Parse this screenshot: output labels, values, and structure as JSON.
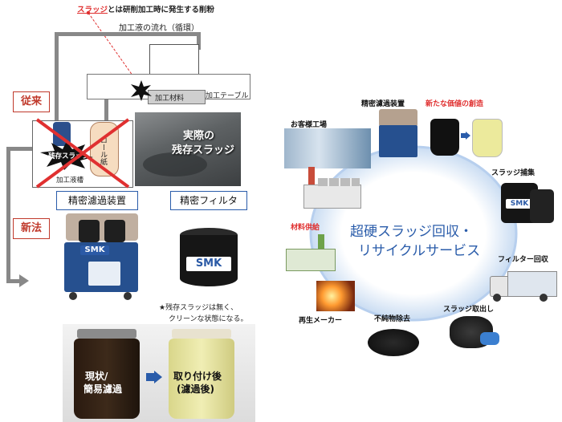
{
  "left": {
    "top_note_prefix": "スラッジ",
    "top_note_suffix": "とは研削加工時に発生する削粉",
    "coolant_flow": "加工液の流れ（循環）",
    "workpiece": "加工材料",
    "table": "加工テーブル",
    "conventional_badge": "従来",
    "new_badge": "新法",
    "tank": "加工液槽",
    "residual_sludge": "残存スラッジ",
    "roll_paper": "ロール紙",
    "photo_caption_1": "実際の",
    "photo_caption_2": "残存スラッジ",
    "precision_device": "精密濾過装置",
    "precision_filter": "精密フィルタ",
    "device_brand": "SMK",
    "filter_brand": "SMK",
    "note_1": "★残存スラッジは無く、",
    "note_2": "クリーンな状態になる。",
    "jar_before_1": "現状/",
    "jar_before_2": "簡易濾過",
    "jar_after_1": "取り付け後",
    "jar_after_2": "(濾過後)"
  },
  "right": {
    "center_1": "超硬スラッジ回収・",
    "center_2": "リサイクルサービス",
    "steps": {
      "customer_factory": "お客様工場",
      "precision_device": "精密濾過装置",
      "new_value": "新たな価値の創造",
      "sludge_capture": "スラッジ捕集",
      "filter_collect": "フィルター回収",
      "sludge_extract": "スラッジ取出し",
      "impurity_removal": "不純物除去",
      "recycle_maker": "再生メーカー",
      "material_supply": "材料供給"
    },
    "brand": "SMK"
  },
  "colors": {
    "red": "#e03030",
    "blue": "#2a5caa",
    "ring": "#c9dcf2"
  }
}
